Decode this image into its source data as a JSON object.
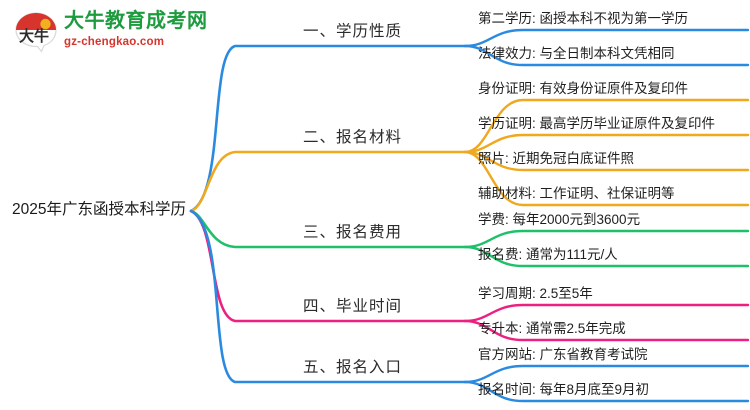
{
  "logo": {
    "mark_text": "大牛",
    "title": "大牛教育成考网",
    "subtitle": "gz-chengkao.com",
    "title_color": "#1d9b3f",
    "subtitle_color": "#d6342c",
    "mark_top_color": "#d6342c"
  },
  "mindmap": {
    "root": "2025年广东函授本科学历",
    "branches": [
      {
        "label": "一、学历性质",
        "color": "#2a8ae0",
        "leaves": [
          "第二学历: 函授本科不视为第一学历",
          "法律效力: 与全日制本科文凭相同"
        ]
      },
      {
        "label": "二、报名材料",
        "color": "#f0a81e",
        "leaves": [
          "身份证明: 有效身份证原件及复印件",
          "学历证明: 最高学历毕业证原件及复印件",
          "照片: 近期免冠白底证件照",
          "辅助材料: 工作证明、社保证明等"
        ]
      },
      {
        "label": "三、报名费用",
        "color": "#1ec06a",
        "leaves": [
          "学费: 每年2000元到3600元",
          "报名费: 通常为111元/人"
        ]
      },
      {
        "label": "四、毕业时间",
        "color": "#ec2080",
        "leaves": [
          "学习周期: 2.5至5年",
          "专升本: 通常需2.5年完成"
        ]
      },
      {
        "label": "五、报名入口",
        "color": "#2a8ae0",
        "leaves": [
          "官方网站: 广东省教育考试院",
          "报名时间: 每年8月底至9月初"
        ]
      }
    ]
  }
}
